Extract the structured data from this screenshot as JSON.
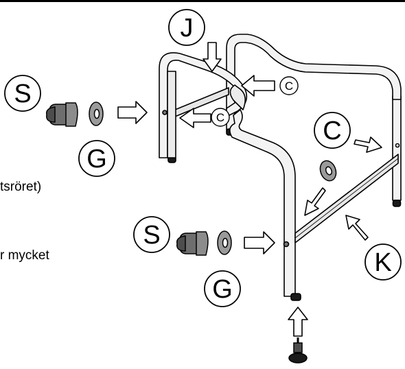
{
  "labels": {
    "s_top": "S",
    "g_top": "G",
    "j": "J",
    "c_small_1": "C",
    "c_small_2": "C",
    "c_large": "C",
    "s_bottom": "S",
    "g_bottom": "G",
    "k": "K"
  },
  "text_fragments": {
    "line1": "tsröret)",
    "line2": "r mycket"
  },
  "colors": {
    "ink": "#000000",
    "tube_fill": "#f3f3f3",
    "tube_shade": "#bdbdbd",
    "part_fill": "#9a9a9a",
    "part_dark": "#5a5a5a"
  }
}
